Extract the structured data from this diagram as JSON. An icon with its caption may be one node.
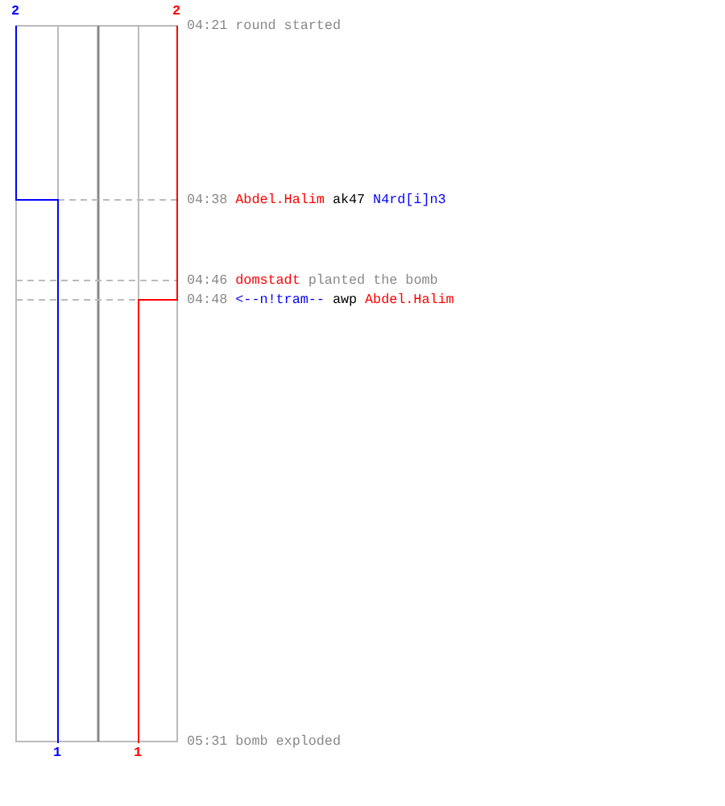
{
  "diagram": {
    "labels": [
      "2",
      "2",
      "04:21",
      "round started",
      "04:38",
      "Abdel.Halim",
      "ak47",
      "N4rd[i]n3",
      "04:46",
      "domstadt",
      "planted the bomb",
      "04:48",
      "<--n!tram--",
      "awp",
      "Abdel.Halim",
      "1",
      "1",
      "05:31",
      "bomb exploded"
    ]
  }
}
